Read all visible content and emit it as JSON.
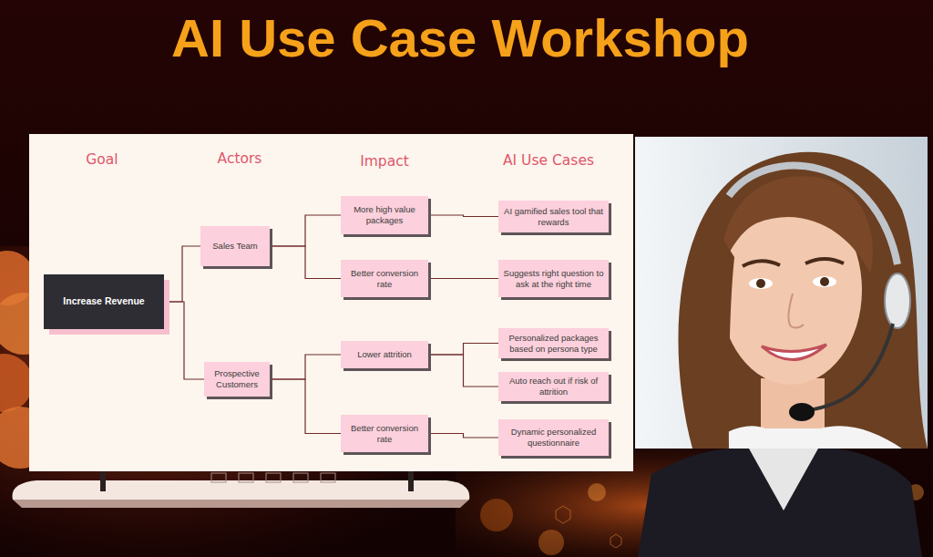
{
  "diagram": {
    "title": "AI Use Case Workshop",
    "nodes": [
      {
        "text": [
          "Increase Revenue"
        ]
      },
      {
        "text": [
          "Sales Team"
        ]
      },
      {
        "text": [
          "Prospective Customers"
        ]
      },
      {
        "text": [
          "More high value packages"
        ]
      },
      {
        "text": [
          "Better conversion rate"
        ]
      },
      {
        "text": [
          "Lower attrition"
        ]
      },
      {
        "text": [
          "Better conversion rate"
        ]
      },
      {
        "text": [
          "AI gamified sales tool that rewards"
        ]
      },
      {
        "text": [
          "Suggests right question to ask at the right time"
        ]
      },
      {
        "text": [
          "Personalized packages based on persona type"
        ]
      },
      {
        "text": [
          "Auto reach out if risk of attrition"
        ]
      },
      {
        "text": [
          "Dynamic personalized questionnaire"
        ]
      }
    ],
    "edges": [
      {
        "from": 0,
        "to": 1,
        "arrow": "none"
      },
      {
        "from": 0,
        "to": 2,
        "arrow": "none"
      },
      {
        "from": 1,
        "to": 3,
        "arrow": "none"
      },
      {
        "from": 1,
        "to": 4,
        "arrow": "none"
      },
      {
        "from": 2,
        "to": 5,
        "arrow": "none"
      },
      {
        "from": 2,
        "to": 6,
        "arrow": "none"
      },
      {
        "from": 3,
        "to": 7,
        "arrow": "none"
      },
      {
        "from": 4,
        "to": 8,
        "arrow": "none"
      },
      {
        "from": 5,
        "to": 9,
        "arrow": "none"
      },
      {
        "from": 5,
        "to": 10,
        "arrow": "none"
      },
      {
        "from": 6,
        "to": 11,
        "arrow": "none"
      }
    ],
    "labels": [
      "Goal",
      "Actors",
      "Impact",
      "AI Use Cases"
    ]
  }
}
